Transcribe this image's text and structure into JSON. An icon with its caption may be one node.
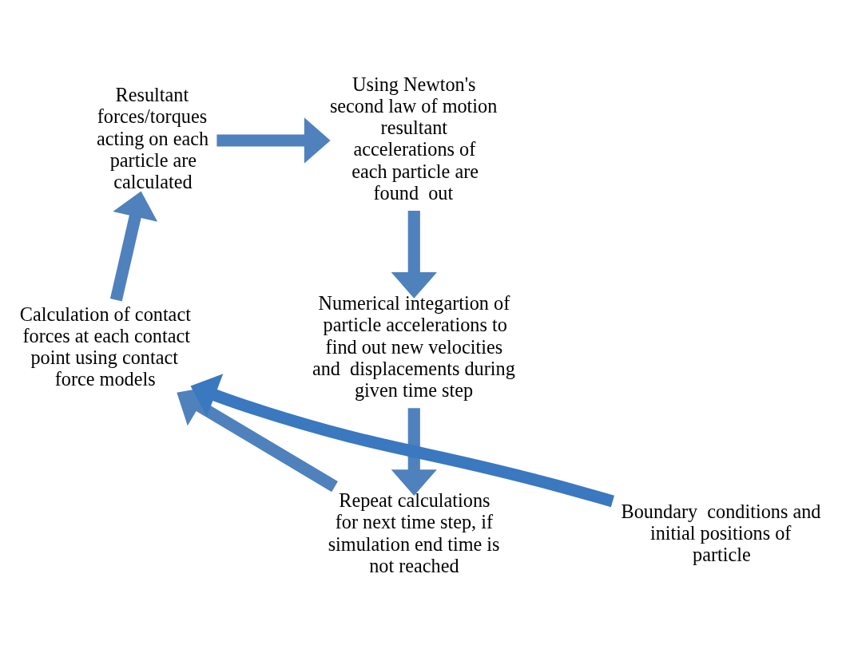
{
  "diagram": {
    "nodes": [
      {
        "text": [
          "Resultant forces/torques acting on each particle are calculated"
        ]
      },
      {
        "text": [
          "Using Newton's second law of motion resultant accelerations of each particle are found  out"
        ]
      },
      {
        "text": [
          "Numerical integartion of particle accelerations to find out new velocities and  displacements during given time step"
        ]
      },
      {
        "text": [
          "Repeat calculations for next time step, if simulation end time is not reached"
        ]
      },
      {
        "text": [
          "Calculation of contact forces at each contact point using contact force models"
        ]
      },
      {
        "text": [
          "Boundary  conditions and  initial positions of particle"
        ]
      }
    ],
    "edges": [
      {
        "from": 0,
        "to": 1,
        "arrow": "to"
      },
      {
        "from": 1,
        "to": 2,
        "arrow": "to"
      },
      {
        "from": 2,
        "to": 3,
        "arrow": "to"
      },
      {
        "from": 3,
        "to": 4,
        "arrow": "to"
      },
      {
        "from": 4,
        "to": 0,
        "arrow": "to"
      },
      {
        "from": 5,
        "to": 4,
        "arrow": "to",
        "color": "#3a78c0"
      }
    ]
  }
}
